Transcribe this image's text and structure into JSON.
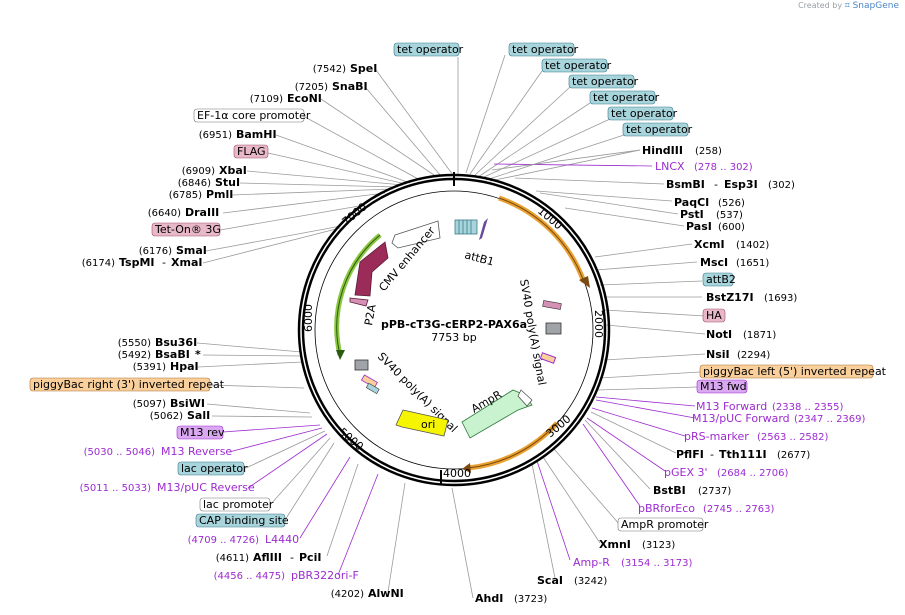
{
  "credit": {
    "prefix": "Created by",
    "brand": "SnapGene"
  },
  "plasmid": {
    "name": "pPB-cT3G-cERP2-PAX6a",
    "size": "7753 bp"
  },
  "ticks": [
    "1000",
    "2000",
    "3000",
    "4000",
    "5000",
    "6000",
    "7000"
  ],
  "features": {
    "attB1": "attB1",
    "cmv": "CMV enhancer",
    "p2a": "P2A",
    "sv40_sig_right": "SV40 poly(A) signal",
    "sv40_sig_left": "SV40 poly(A) signal",
    "ampr": "AmpR",
    "ori": "ori"
  },
  "labels": {
    "tet1": "tet operator",
    "tet2": "tet operator",
    "tet3": "tet operator",
    "tet4": "tet operator",
    "tet5": "tet operator",
    "tet6": "tet operator",
    "tet7": "tet operator",
    "spei": "SpeI",
    "spei_pos": "(7542)",
    "snabi": "SnaBI",
    "snabi_pos": "(7205)",
    "econi": "EcoNI",
    "econi_pos": "(7109)",
    "ef1a": "EF-1α core promoter",
    "bamhi": "BamHI",
    "bamhi_pos": "(6951)",
    "flag": "FLAG",
    "xbai": "XbaI",
    "xbai_pos": "(6909)",
    "stui": "StuI",
    "stui_pos": "(6846)",
    "pmli": "PmlI",
    "pmli_pos": "(6785)",
    "draiii": "DraIII",
    "draiii_pos": "(6640)",
    "teton": "Tet-On® 3G",
    "smai": "SmaI",
    "smai_pos": "(6176)",
    "tspmi": "TspMI",
    "tspmi_pos": "(6174)",
    "xmai": "XmaI",
    "bsu36i": "Bsu36I",
    "bsu36i_pos": "(5550)",
    "bsabi": "BsaBI",
    "bsabi_pos": "(5492)",
    "hpai": "HpaI",
    "hpai_pos": "(5391)",
    "pb_right": "piggyBac right (3') inverted repeat",
    "bsiwi": "BsiWI",
    "bsiwi_pos": "(5097)",
    "sali": "SalI",
    "sali_pos": "(5062)",
    "m13rev": "M13 rev",
    "m13reverse": "M13 Reverse",
    "m13reverse_pos": "(5030 .. 5046)",
    "lacop": "lac operator",
    "m13puc_rev": "M13/pUC Reverse",
    "m13puc_rev_pos": "(5011 .. 5033)",
    "lacprom": "lac promoter",
    "cap": "CAP binding site",
    "l4440": "L4440",
    "l4440_pos": "(4709 .. 4726)",
    "afliii": "AflIII",
    "afliii_pos": "(4611)",
    "pcii": "PciI",
    "pbr322": "pBR322ori-F",
    "pbr322_pos": "(4456 .. 4475)",
    "alwni": "AlwNI",
    "alwni_pos": "(4202)",
    "ahdi": "AhdI",
    "ahdi_pos": "(3723)",
    "scai": "ScaI",
    "scai_pos": "(3242)",
    "ampr_p": "Amp-R",
    "ampr_p_pos": "(3154 .. 3173)",
    "xmni": "XmnI",
    "xmni_pos": "(3123)",
    "amprprom": "AmpR promoter",
    "pbrforeco": "pBRforEco",
    "pbrforeco_pos": "(2745 .. 2763)",
    "bstbi": "BstBI",
    "bstbi_pos": "(2737)",
    "pgex3": "pGEX 3'",
    "pgex3_pos": "(2684 .. 2706)",
    "pflfi": "PflFI",
    "tth111i": "Tth111I",
    "pflfi_pos": "(2677)",
    "prs": "pRS-marker",
    "prs_pos": "(2563 .. 2582)",
    "m13puc_fwd": "M13/pUC Forward",
    "m13puc_fwd_pos": "(2347 .. 2369)",
    "m13forward": "M13 Forward",
    "m13forward_pos": "(2338 .. 2355)",
    "m13fwd": "M13 fwd",
    "pb_left": "piggyBac left (5') inverted repeat",
    "nsii": "NsiI",
    "nsii_pos": "(2294)",
    "noti": "NotI",
    "noti_pos": "(1871)",
    "ha": "HA",
    "bstz17i": "BstZ17I",
    "bstz17i_pos": "(1693)",
    "attb2": "attB2",
    "msci": "MscI",
    "msci_pos": "(1651)",
    "xcmi": "XcmI",
    "xcmi_pos": "(1402)",
    "pasi": "PasI",
    "pasi_pos": "(600)",
    "psti": "PstI",
    "psti_pos": "(537)",
    "paqci": "PaqCI",
    "paqci_pos": "(526)",
    "bsmbi": "BsmBI",
    "esp3i": "Esp3I",
    "bsmbi_pos": "(302)",
    "lncx": "LNCX",
    "lncx_pos": "(278 .. 302)",
    "hindiii": "HindIII",
    "hindiii_pos": "(258)"
  },
  "colors": {
    "tet_fill": "#a8d4dc",
    "pink_fill": "#e8b8c8",
    "orange_fill": "#f9cf9c",
    "purple_fill": "#d9a8f0",
    "purple_text": "#9d2bd0",
    "orange_arc": "#e8a030",
    "green_arc": "#8cc63f",
    "cmv_fill": "#9b2c5a",
    "ori_fill": "#f5f500",
    "ampr_fill": "#c9f2cf"
  }
}
